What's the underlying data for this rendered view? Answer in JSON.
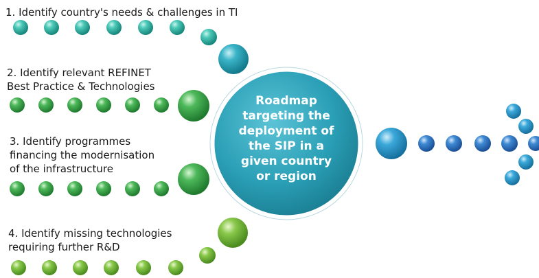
{
  "items": [
    {
      "lines": [
        "1. Identify country's needs & challenges in TI"
      ]
    },
    {
      "lines": [
        "2. Identify relevant REFINET",
        "Best Practice & Technologies"
      ]
    },
    {
      "lines": [
        "3. Identify programmes",
        "financing the modernisation",
        "of the infrastructure"
      ]
    },
    {
      "lines": [
        "4. Identify missing technologies",
        "requiring further R&D"
      ]
    }
  ],
  "center": {
    "lines": [
      "Roadmap",
      "targeting the",
      "deployment of",
      "the SIP in a",
      "given country",
      "or region"
    ]
  },
  "colors": {
    "teal": "#2bb5a6",
    "green_dark": "#3aa84a",
    "green_light": "#7cc34a",
    "center": "#2aa0b8",
    "blue": "#3a7fc8",
    "blue_light": "#3aa6d8",
    "text": "#1a1a1a"
  }
}
